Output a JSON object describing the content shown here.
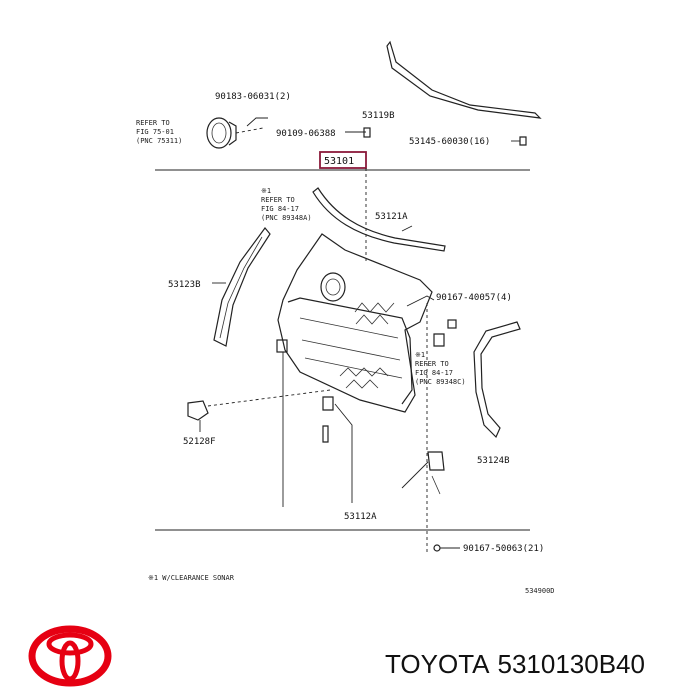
{
  "labels": {
    "p90183": "90183-06031(2)",
    "refer1_l1": "REFER TO",
    "refer1_l2": "FIG 75-01",
    "refer1_l3": "(PNC 75311)",
    "p53119B": "53119B",
    "p90109": "90109-06388",
    "p53145": "53145-60030(16)",
    "p53101": "53101",
    "refer2_mark": "※1",
    "refer2_l1": "REFER TO",
    "refer2_l2": "FIG 84-17",
    "refer2_l3": "(PNC 89348A)",
    "p53121A": "53121A",
    "p53123B": "53123B",
    "p90167_40057": "90167-40057(4)",
    "refer3_mark": "※1",
    "refer3_l1": "REFER TO",
    "refer3_l2": "FIG 84-17",
    "refer3_l3": "(PNC 89348C)",
    "p52128F": "52128F",
    "p53124B": "53124B",
    "p53112A": "53112A",
    "p90167_50063": "90167-50063(21)",
    "footnote": "※1 W/CLEARANCE SONAR",
    "figure_code": "534900D"
  },
  "highlight_color": "#8b1a3a",
  "brand": {
    "name": "TOYOTA",
    "part_number": "5310130B40",
    "logo_color": "#e60012"
  }
}
